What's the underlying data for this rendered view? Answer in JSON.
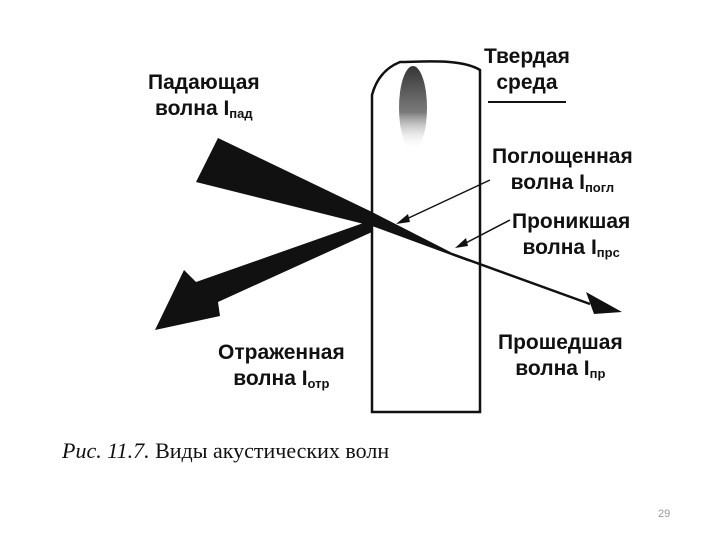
{
  "labels": {
    "incident": {
      "line1": "Падающая",
      "line2": "волна I",
      "sub": "пад"
    },
    "solid": {
      "line1": "Твердая",
      "line2": "среда"
    },
    "absorbed": {
      "line1": "Поглощенная",
      "line2": "волна I",
      "sub": "погл"
    },
    "penetrated": {
      "line1": "Проникшая",
      "line2": "волна I",
      "sub": "прс"
    },
    "reflected": {
      "line1": "Отраженная",
      "line2": "волна I",
      "sub": "отр"
    },
    "transmitted": {
      "line1": "Прошедшая",
      "line2": "волна I",
      "sub": "пр"
    }
  },
  "caption": {
    "prefix": "Рис. 11.7.",
    "text": " Виды акустических волн"
  },
  "page_number": "29",
  "colors": {
    "ink": "#111111",
    "page_number": "#9a9a9a"
  }
}
